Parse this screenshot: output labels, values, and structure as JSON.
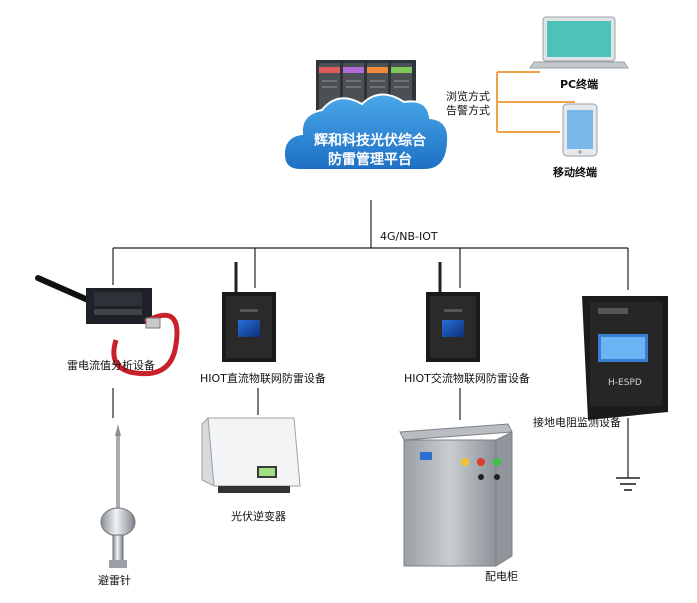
{
  "platform": {
    "title_line1": "辉和科技光伏综合",
    "title_line2": "防雷管理平台"
  },
  "access": {
    "browse": "浏览方式",
    "alarm": "告警方式"
  },
  "terminals": {
    "pc": "PC终端",
    "mobile": "移动终端"
  },
  "network": {
    "label": "4G/NB-IOT"
  },
  "devices": {
    "lightning_analyzer": "雷电流值分析设备",
    "dc_device": "HIOT直流物联网防雷设备",
    "ac_device": "HIOT交流物联网防雷设备",
    "ground_monitor": "接地电阻监测设备",
    "ground_monitor_panel": "H-ESPD"
  },
  "equipment": {
    "lightning_rod": "避雷针",
    "inverter": "光伏逆变器",
    "cabinet": "配电柜"
  }
}
